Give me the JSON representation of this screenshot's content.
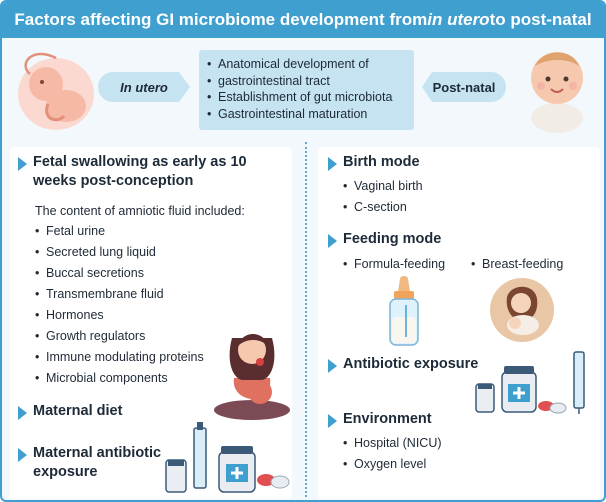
{
  "title": {
    "prefix": "Factors affecting GI microbiome development from ",
    "italic": "in utero",
    "suffix": " to post-natal"
  },
  "timeline": {
    "left_label": "In utero",
    "right_label": "Post-natal",
    "center_items": [
      "Anatomical development of",
      "gastrointestinal tract",
      "Establishment of gut microbiota",
      "Gastrointestinal maturation"
    ]
  },
  "left_panel": {
    "fetal_heading_line1": "Fetal swallowing as early as 10",
    "fetal_heading_line2": "weeks post-conception",
    "amniotic_intro": "The content of amniotic fluid included:",
    "amniotic_items": [
      "Fetal urine",
      "Secreted lung liquid",
      "Buccal secretions",
      "Transmembrane fluid",
      "Hormones",
      "Growth regulators",
      "Immune modulating proteins",
      "Microbial components"
    ],
    "maternal_diet": "Maternal diet",
    "maternal_antibiotic_line1": "Maternal antibiotic",
    "maternal_antibiotic_line2": "exposure"
  },
  "right_panel": {
    "birth_mode": "Birth mode",
    "birth_items": [
      "Vaginal birth",
      "C-section"
    ],
    "feeding_mode": "Feeding mode",
    "feeding_items": [
      "Formula-feeding",
      "Breast-feeding"
    ],
    "antibiotic_exposure": "Antibiotic exposure",
    "environment": "Environment",
    "environment_items": [
      "Hospital (NICU)",
      "Oxygen level"
    ]
  },
  "colors": {
    "accent": "#3f9fcf",
    "light_blue": "#c6e3f2",
    "background": "#f3f8fc"
  }
}
